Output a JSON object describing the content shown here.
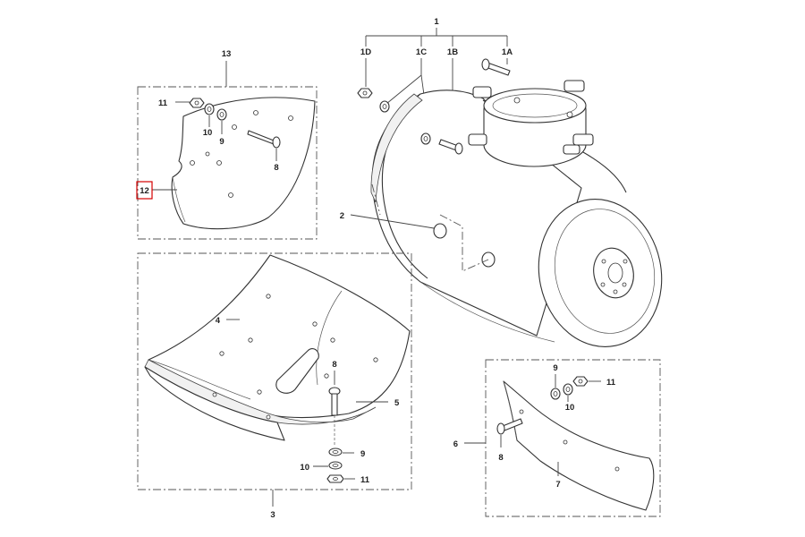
{
  "diagram": {
    "labels": {
      "assembly_1": "1",
      "part_1A": "1A",
      "part_1B": "1B",
      "part_1C": "1C",
      "part_1D": "1D",
      "part_2": "2",
      "kit_3": "3",
      "part_4": "4",
      "part_5": "5",
      "kit_6": "6",
      "part_7": "7",
      "kit6_bolt": "8",
      "kit6_washer_9": "9",
      "kit6_washer_10": "10",
      "kit6_nut": "11",
      "kit3_bolt": "8",
      "kit3_washer_9": "9",
      "kit3_washer_10": "10",
      "kit3_nut": "11",
      "kit13_nut": "11",
      "kit13_washer_10": "10",
      "kit13_washer_9": "9",
      "kit13_bolt": "8",
      "part_12": "12",
      "kit_13": "13"
    },
    "highlight_color": "#d40000",
    "highlighted_part": "12"
  }
}
